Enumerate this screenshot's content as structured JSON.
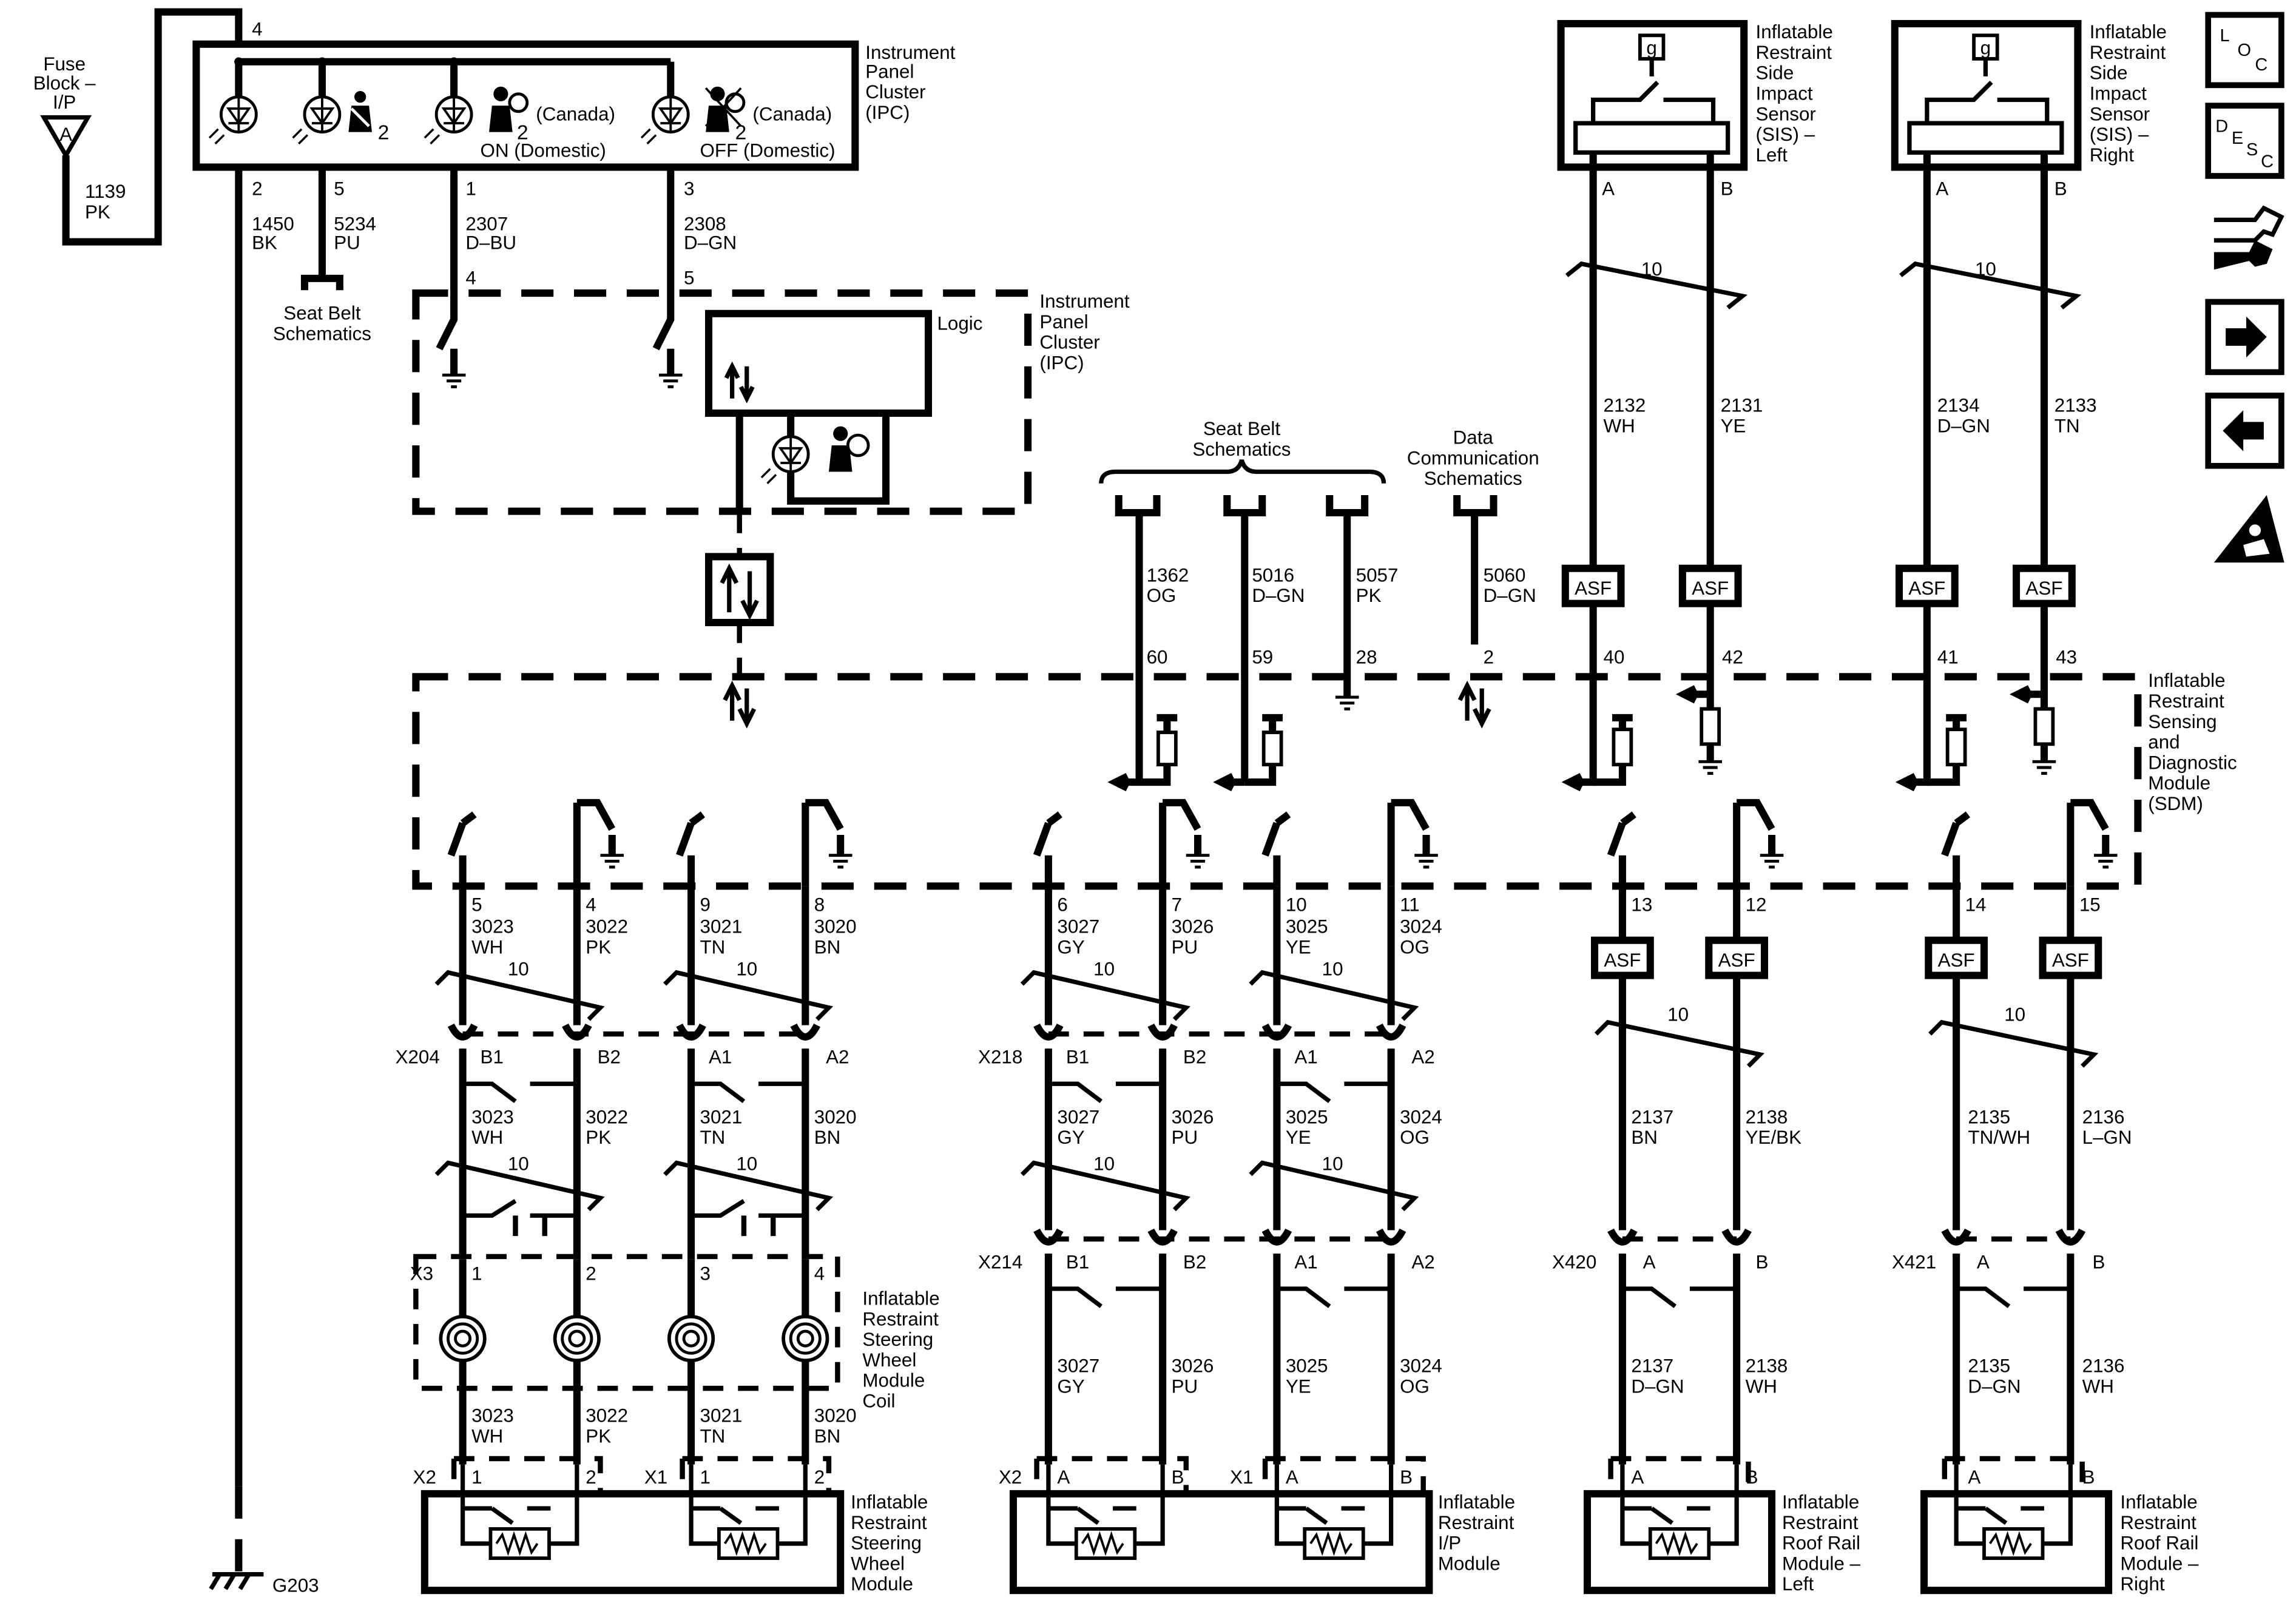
{
  "fuse": {
    "line1": "Fuse",
    "line2": "Block –",
    "line3": "I/P",
    "letter": "A",
    "pin": "4",
    "circuit": "1139",
    "color": "PK"
  },
  "ground": {
    "label": "G203"
  },
  "ipc_top": {
    "l1": "Instrument",
    "l2": "Panel",
    "l3": "Cluster",
    "l4": "(IPC)",
    "canada1": "(Canada)",
    "canada2": "(Canada)",
    "on": "ON (Domestic)",
    "off": "OFF (Domestic)",
    "sub": "2"
  },
  "ipc_logic": {
    "l1": "Instrument",
    "l2": "Panel",
    "l3": "Cluster",
    "l4": "(IPC)",
    "logic": "Logic"
  },
  "ipc_wires": [
    {
      "pin": "2",
      "circuit": "1450",
      "color": "BK"
    },
    {
      "pin": "5",
      "circuit": "5234",
      "color": "PU"
    },
    {
      "pin": "1",
      "circuit": "2307",
      "color": "D–BU",
      "pin2": "4"
    },
    {
      "pin": "3",
      "circuit": "2308",
      "color": "D–GN",
      "pin2": "5"
    }
  ],
  "seatbelt_left": {
    "l1": "Seat Belt",
    "l2": "Schematics"
  },
  "seatbelt_top": {
    "l1": "Seat Belt",
    "l2": "Schematics"
  },
  "datacomm": {
    "l1": "Data",
    "l2": "Communication",
    "l3": "Schematics"
  },
  "sdm_inputs": [
    {
      "circuit": "1362",
      "color": "OG",
      "pin": "60"
    },
    {
      "circuit": "5016",
      "color": "D–GN",
      "pin": "59"
    },
    {
      "circuit": "5057",
      "color": "PK",
      "pin": "28"
    },
    {
      "circuit": "5060",
      "color": "D–GN",
      "pin": "2"
    }
  ],
  "sdm": {
    "l1": "Inflatable",
    "l2": "Restraint",
    "l3": "Sensing",
    "l4": "and",
    "l5": "Diagnostic",
    "l6": "Module",
    "l7": "(SDM)"
  },
  "sis_left": {
    "l1": "Inflatable",
    "l2": "Restraint",
    "l3": "Side",
    "l4": "Impact",
    "l5": "Sensor",
    "l6": "(SIS) –",
    "l7": "Left",
    "g": "g",
    "pinA": "A",
    "pinB": "B",
    "twist": "10",
    "w1c": "2132",
    "w1k": "WH",
    "w2c": "2131",
    "w2k": "YE",
    "asf": "ASF",
    "p1": "40",
    "p2": "42"
  },
  "sis_right": {
    "l1": "Inflatable",
    "l2": "Restraint",
    "l3": "Side",
    "l4": "Impact",
    "l5": "Sensor",
    "l6": "(SIS) –",
    "l7": "Right",
    "g": "g",
    "pinA": "A",
    "pinB": "B",
    "twist": "10",
    "w1c": "2134",
    "w1k": "D–GN",
    "w2c": "2133",
    "w2k": "TN",
    "asf": "ASF",
    "p1": "41",
    "p2": "43"
  },
  "sdm_out": [
    {
      "pin": "5",
      "circuit": "3023",
      "color": "WH"
    },
    {
      "pin": "4",
      "circuit": "3022",
      "color": "PK"
    },
    {
      "pin": "9",
      "circuit": "3021",
      "color": "TN"
    },
    {
      "pin": "8",
      "circuit": "3020",
      "color": "BN"
    },
    {
      "pin": "6",
      "circuit": "3027",
      "color": "GY"
    },
    {
      "pin": "7",
      "circuit": "3026",
      "color": "PU"
    },
    {
      "pin": "10",
      "circuit": "3025",
      "color": "YE"
    },
    {
      "pin": "11",
      "circuit": "3024",
      "color": "OG"
    },
    {
      "pin": "13",
      "asf": "ASF"
    },
    {
      "pin": "12",
      "asf": "ASF"
    },
    {
      "pin": "14",
      "asf": "ASF"
    },
    {
      "pin": "15",
      "asf": "ASF"
    }
  ],
  "twist_val": "10",
  "conn": {
    "x204": "X204",
    "x218": "X218",
    "x214": "X214",
    "x420": "X420",
    "x421": "X421",
    "x3": "X3",
    "x2a": "X2",
    "x1a": "X1",
    "x2b": "X2",
    "x1b": "X1",
    "b1": "B1",
    "b2": "B2",
    "a1": "A1",
    "a2": "A2",
    "a": "A",
    "b": "B",
    "n1": "1",
    "n2": "2",
    "n3": "3",
    "n4": "4"
  },
  "roof_mid": [
    {
      "circuit": "2137",
      "color": "BN"
    },
    {
      "circuit": "2138",
      "color": "YE/BK"
    },
    {
      "circuit": "2135",
      "color": "TN/WH"
    },
    {
      "circuit": "2136",
      "color": "L–GN"
    }
  ],
  "roof_low": [
    {
      "circuit": "2137",
      "color": "D–GN"
    },
    {
      "circuit": "2138",
      "color": "WH"
    },
    {
      "circuit": "2135",
      "color": "D–GN"
    },
    {
      "circuit": "2136",
      "color": "WH"
    }
  ],
  "coil": {
    "l1": "Inflatable",
    "l2": "Restraint",
    "l3": "Steering",
    "l4": "Wheel",
    "l5": "Module",
    "l6": "Coil"
  },
  "mod_sw": {
    "l1": "Inflatable",
    "l2": "Restraint",
    "l3": "Steering",
    "l4": "Wheel",
    "l5": "Module"
  },
  "mod_ip": {
    "l1": "Inflatable",
    "l2": "Restraint",
    "l3": "I/P",
    "l4": "Module"
  },
  "mod_rl": {
    "l1": "Inflatable",
    "l2": "Restraint",
    "l3": "Roof Rail",
    "l4": "Module –",
    "l5": "Left"
  },
  "mod_rr": {
    "l1": "Inflatable",
    "l2": "Restraint",
    "l3": "Roof Rail",
    "l4": "Module –",
    "l5": "Right"
  },
  "nav": {
    "loc": [
      "L",
      "O",
      "C"
    ],
    "desc": [
      "D",
      "E",
      "S",
      "C"
    ]
  }
}
